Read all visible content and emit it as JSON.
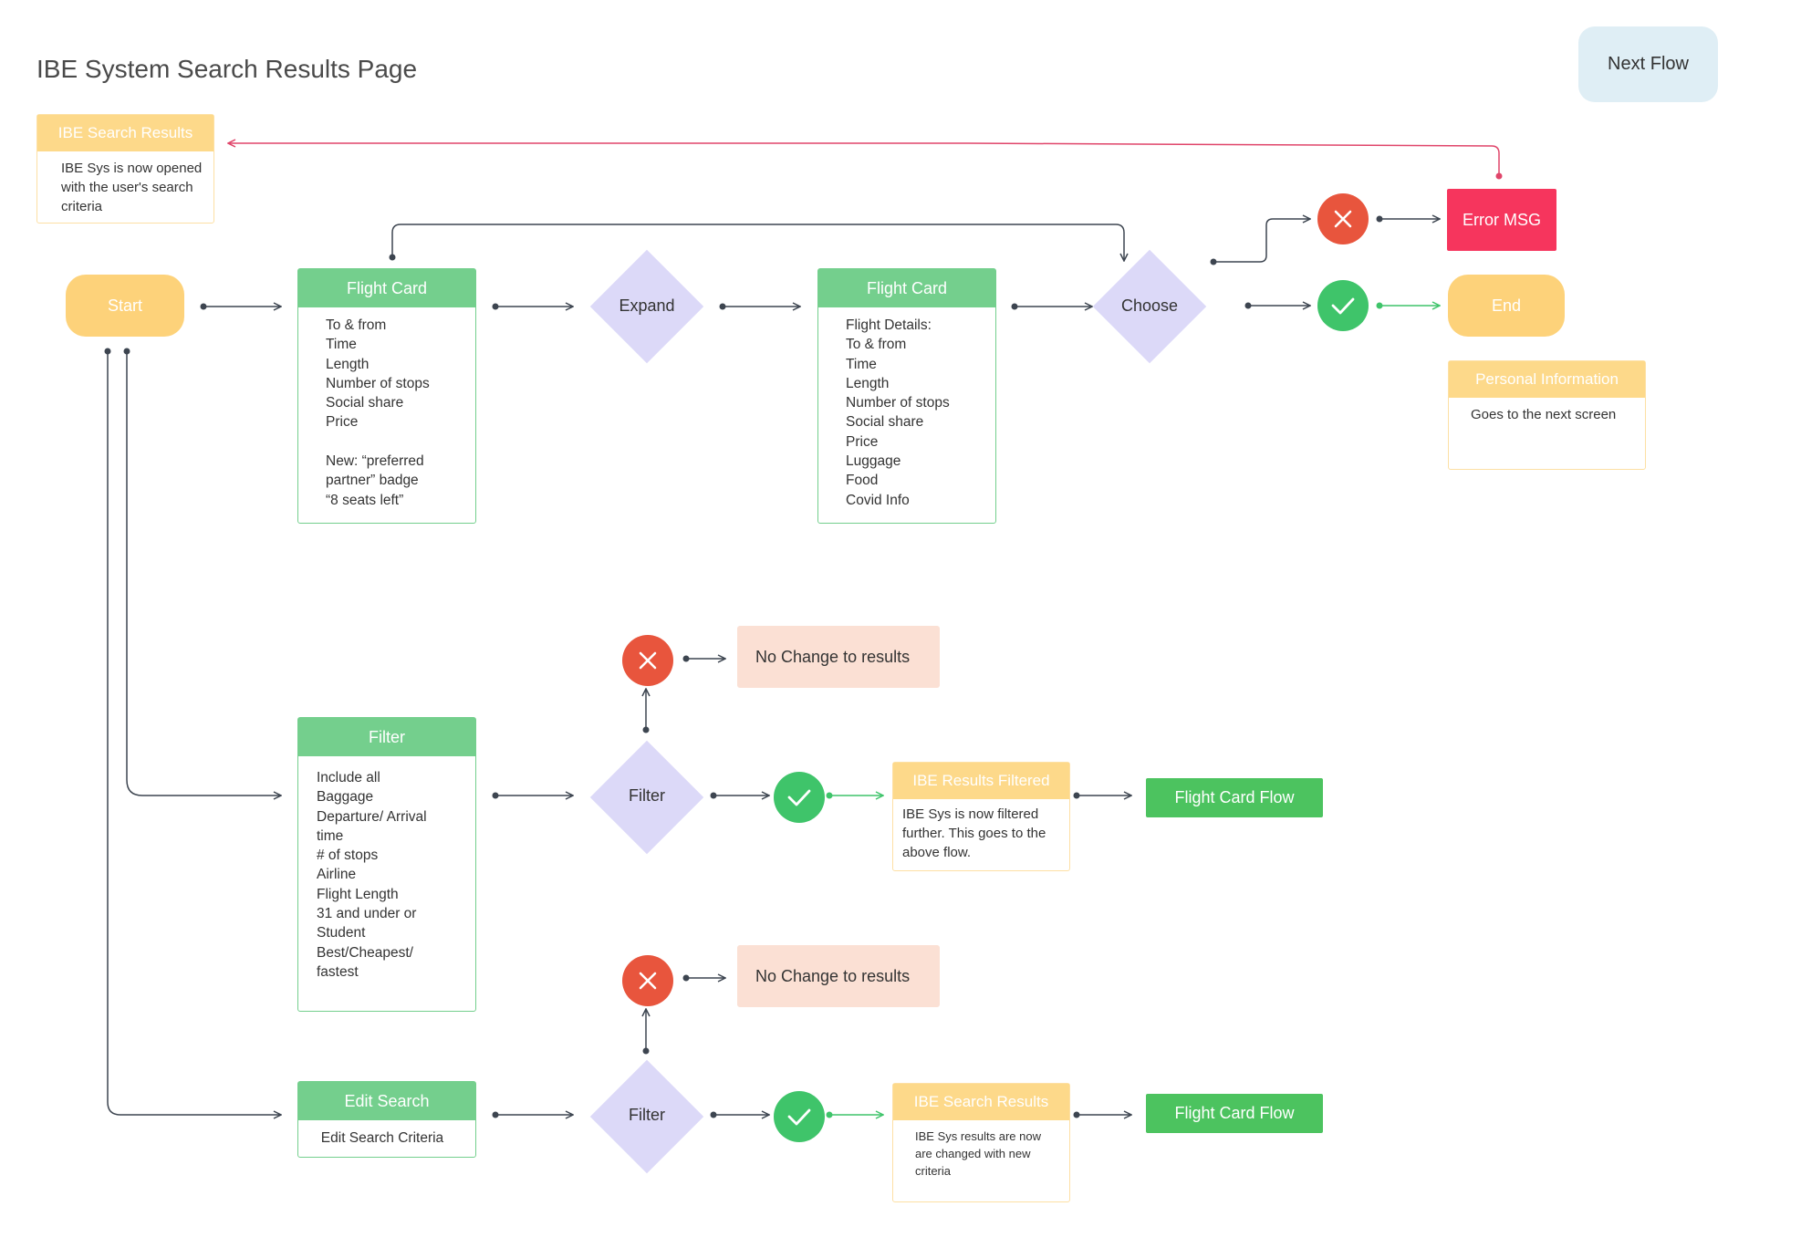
{
  "title": "IBE System Search Results Page",
  "next_flow": "Next Flow",
  "notes": {
    "search_results_top": {
      "header": "IBE Search Results",
      "body": "IBE Sys is now opened\nwith the user's search\ncriteria"
    },
    "personal_info": {
      "header": "Personal Information",
      "body": "Goes to the next screen"
    },
    "results_filtered": {
      "header": "IBE Results Filtered",
      "body": "IBE Sys is now filtered\nfurther. This goes to the\nabove flow."
    },
    "search_results_bottom": {
      "header": "IBE Search Results",
      "body": "IBE Sys results are now\nare changed with new\ncriteria"
    }
  },
  "start": "Start",
  "end": "End",
  "flight_card_1": {
    "header": "Flight Card",
    "body": "To & from\nTime\nLength\nNumber of stops\nSocial share\nPrice\n\nNew: “preferred\npartner” badge\n“8 seats left”"
  },
  "flight_card_2": {
    "header": "Flight Card",
    "body": "Flight Details:\nTo & from\nTime\nLength\nNumber of stops\nSocial share\nPrice\nLuggage\nFood\nCovid Info"
  },
  "filter_card": {
    "header": "Filter",
    "body": "Include all\nBaggage\nDeparture/ Arrival\ntime\n# of stops\nAirline\nFlight Length\n31 and under or\nStudent\nBest/Cheapest/\nfastest"
  },
  "edit_search_card": {
    "header": "Edit Search",
    "body": "Edit Search Criteria"
  },
  "diamonds": {
    "expand": "Expand",
    "choose": "Choose",
    "filter_1": "Filter",
    "filter_2": "Filter"
  },
  "error_msg": "Error MSG",
  "no_change_1": "No Change to results",
  "no_change_2": "No Change to results",
  "flight_card_flow_1": "Flight Card Flow",
  "flight_card_flow_2": "Flight Card Flow",
  "colors": {
    "green": "#74cf8d",
    "yellow": "#fdd27a",
    "red": "#e8553d",
    "error": "#f6355d",
    "diamond": "#dcd9f8",
    "next_flow": "#dfeef5"
  }
}
